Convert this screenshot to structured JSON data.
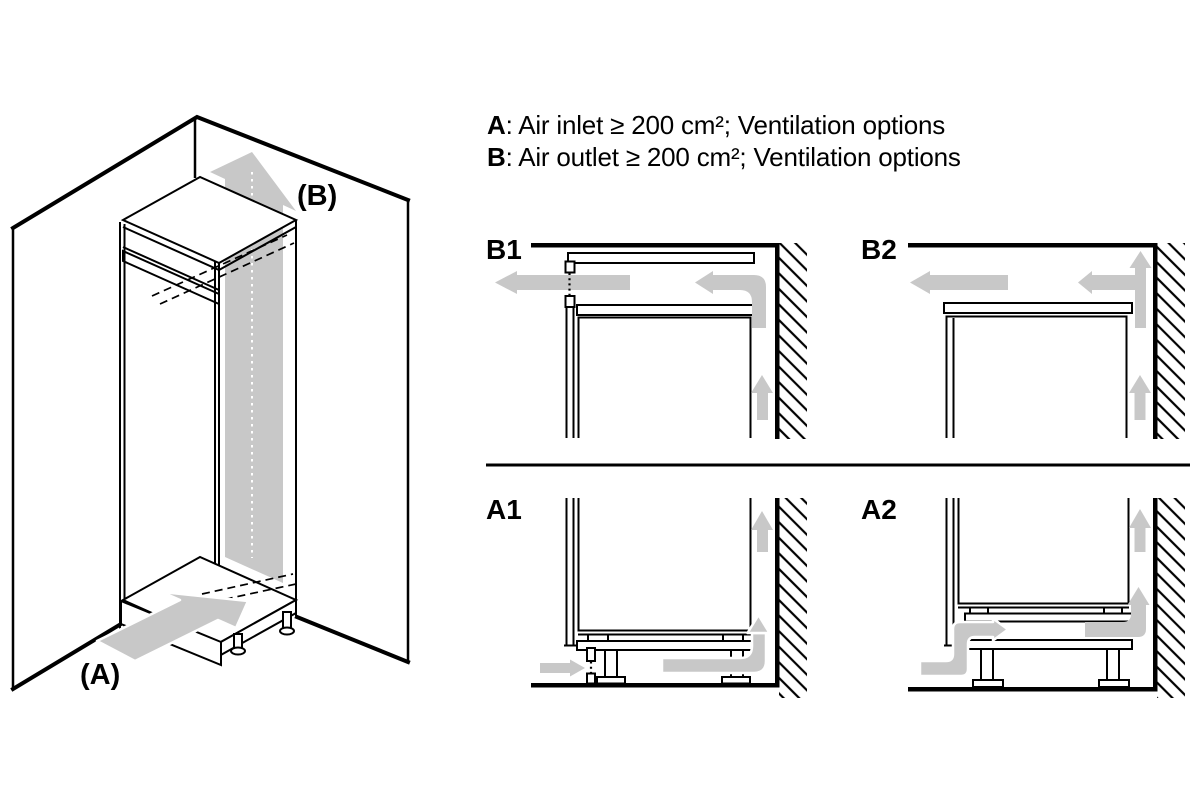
{
  "legend": {
    "line_a": {
      "bold": "A",
      "rest": ": Air inlet ≥ 200 cm²; Ventilation options"
    },
    "line_b": {
      "bold": "B",
      "rest": ": Air outlet ≥ 200 cm²; Ventilation options"
    }
  },
  "isometric": {
    "top_label": "(B)",
    "bottom_label": "(A)"
  },
  "diagrams": {
    "b1": "B1",
    "b2": "B2",
    "a1": "A1",
    "a2": "A2"
  },
  "colors": {
    "line": "#000000",
    "arrow": "#c8c8c8",
    "background": "#ffffff"
  }
}
